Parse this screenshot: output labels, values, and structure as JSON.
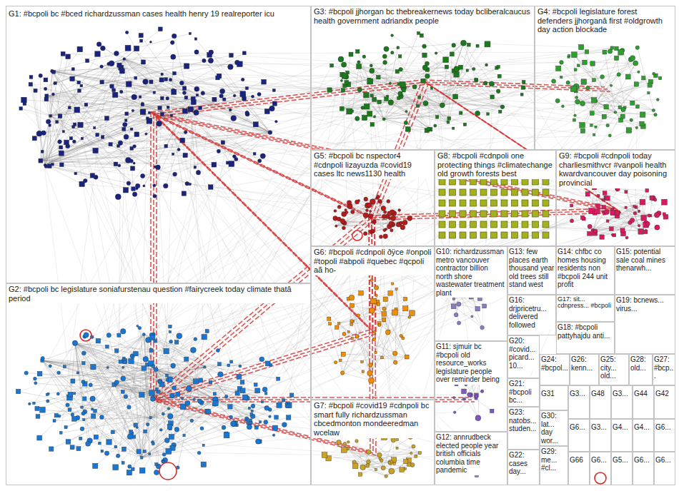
{
  "diagram": {
    "nodes": [
      {
        "text": [
          "G1: #bcpoli bc #bced richardzussman cases health henry 19 realreporter icu"
        ]
      },
      {
        "text": [
          "G2: #bcpoli bc legislature soniafurstenau question #fairycreek today climate thatâ period"
        ]
      },
      {
        "text": [
          "G3: #bcpoli jjhorgan bc thebreakernews today bcliberalcaucus health government adriandix people"
        ]
      },
      {
        "text": [
          "G4: #bcpoli legislature forest defenders jjhorganâ first #oldgrowth day action blockade"
        ]
      },
      {
        "text": [
          "G5: #bcpoli bc nspector4 #cdnpoli lizayuzda #covid19 cases ltc news1130 health"
        ]
      },
      {
        "text": [
          "G6: #bcpoli #cdnpoli ðÿce #onpoli #topoli #abpoli #quebec #qcpoli aã ho-"
        ]
      },
      {
        "text": [
          "G7: #bcpoli #covid19 #cdnpoli bc smart fully richardzussman cbcedmonton mondeeredman wcelaw"
        ]
      },
      {
        "text": [
          "G8: #bcpoli #cdnpoli one protecting things #climatechange old growth forests best"
        ]
      },
      {
        "text": [
          "G9: #bcpoli #cdnpoli today charliesmithvcr #vanpoli health kwardvancouver day poisoning provincial"
        ]
      },
      {
        "text": [
          "G10: richardzussman metro vancouver contractor billion north shore wastewater treatment plant"
        ]
      },
      {
        "text": [
          "G11: sjmuir bc #bcpoli old resource_works legislature people over reminder being"
        ]
      },
      {
        "text": [
          "G12: annrudbeck elected people year british officials columbia time pandemic"
        ]
      },
      {
        "text": [
          "G13: few places earth thousand year old trees still stand west"
        ]
      },
      {
        "text": [
          "G14: chfbc co homes housing residents non #bcpoli 244 unit profit"
        ]
      },
      {
        "text": [
          "G15: potential sale coal mines thenarwh..."
        ]
      },
      {
        "text": [
          "G16: drjpricetru... delivered followed"
        ]
      },
      {
        "text": [
          "G17: sit... cdnpress... #bcpoli"
        ]
      },
      {
        "text": [
          "G18: #bcpoli pattyhajdu anti..."
        ]
      },
      {
        "text": [
          "G19: bcnews... virus..."
        ]
      },
      {
        "text": [
          "G20: #covid... picard... 10..."
        ]
      },
      {
        "text": [
          "G21: #bcpoli bc..."
        ]
      },
      {
        "text": [
          "G23: natobs... studen..."
        ]
      },
      {
        "text": [
          "G22: cases day..."
        ]
      },
      {
        "text": [
          "G24: #bcpol..."
        ]
      },
      {
        "text": [
          "G26: kenn..."
        ]
      },
      {
        "text": [
          "G25: city... old..."
        ]
      },
      {
        "text": [
          "G28: old..."
        ]
      },
      {
        "text": [
          "G27: #bcp..."
        ]
      },
      {
        "text": [
          "G31"
        ]
      },
      {
        "text": [
          "G30: lat... day wor..."
        ]
      },
      {
        "text": [
          "G29: me... #cl..."
        ]
      },
      {
        "text": [
          "G3..."
        ]
      },
      {
        "text": [
          "G48"
        ]
      },
      {
        "text": [
          "G3..."
        ]
      },
      {
        "text": [
          "G44"
        ]
      },
      {
        "text": [
          "G42"
        ]
      },
      {
        "text": [
          "G6..."
        ]
      },
      {
        "text": [
          "G3..."
        ]
      },
      {
        "text": [
          "G4..."
        ]
      },
      {
        "text": [
          "G4..."
        ]
      },
      {
        "text": [
          "G6..."
        ]
      },
      {
        "text": [
          "G66"
        ]
      },
      {
        "text": [
          "G6..."
        ]
      },
      {
        "text": [
          "G5..."
        ]
      },
      {
        "text": [
          "G6..."
        ]
      },
      {
        "text": [
          "G6..."
        ]
      }
    ]
  }
}
